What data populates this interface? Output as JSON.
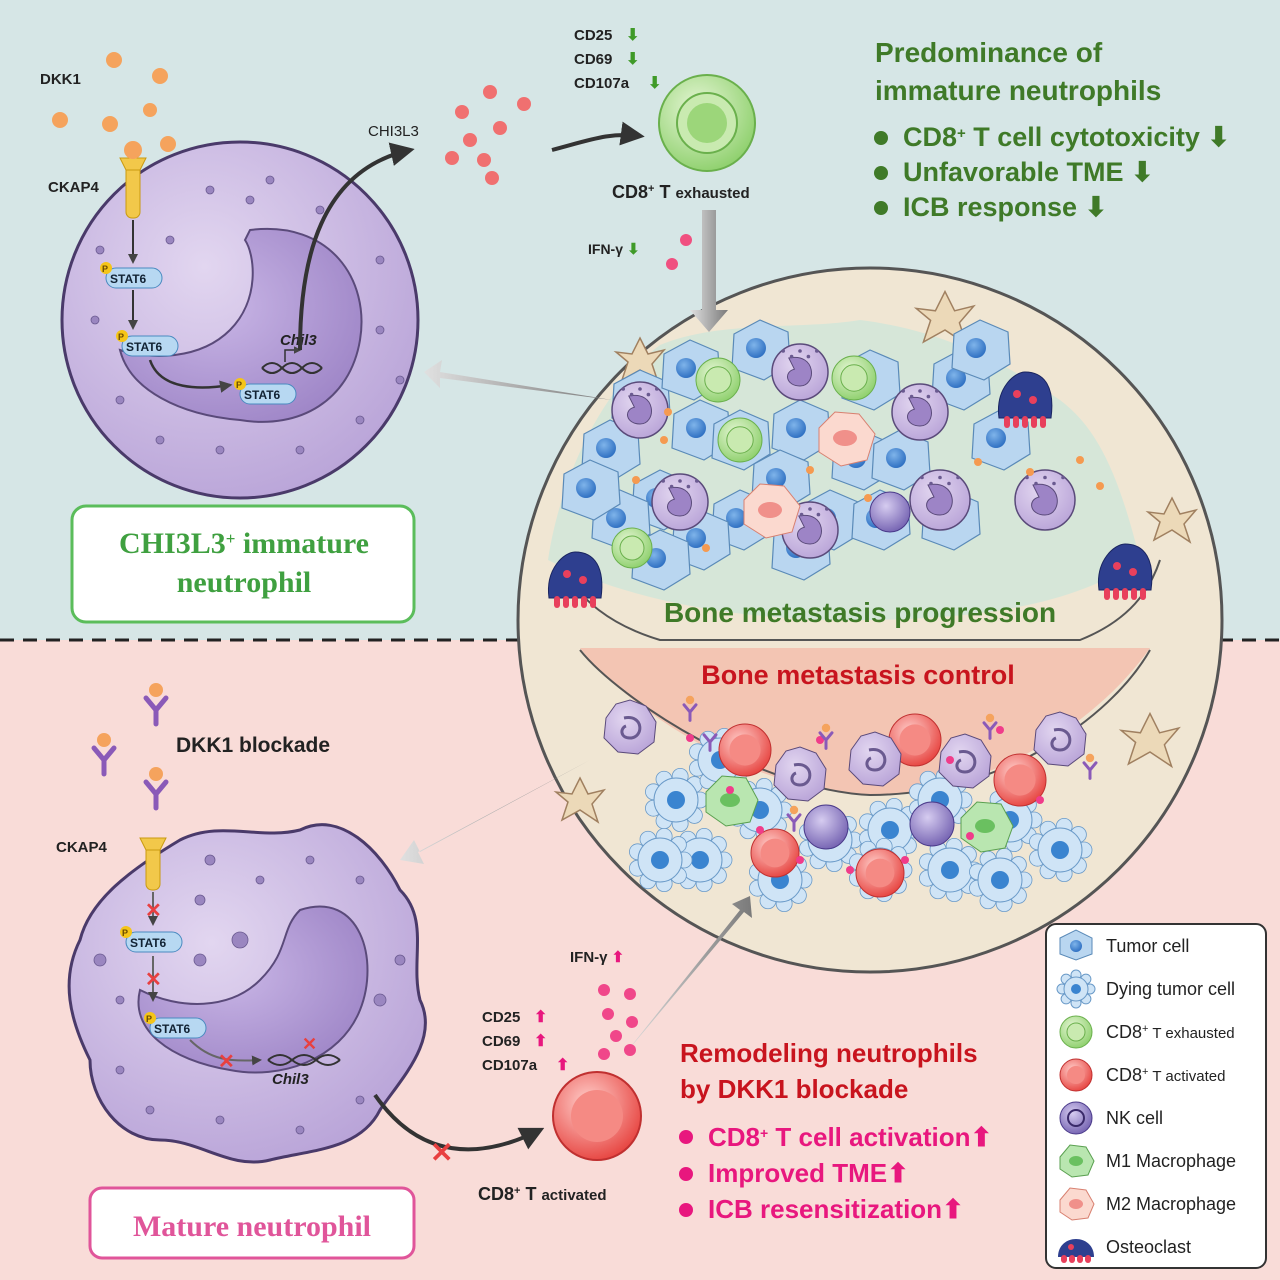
{
  "top_panel": {
    "dkk1": "DKK1",
    "ckap4": "CKAP4",
    "stat6": "STAT6",
    "p": "P",
    "chil3": "Chil3",
    "chi3l3": "CHI3L3",
    "cd25": "CD25",
    "cd69": "CD69",
    "cd107a": "CD107a",
    "cd8_main": "CD8",
    "cd8_sup": "+",
    "cd8_t": " T",
    "cd8_state": "exhausted",
    "ifn": "IFN-γ",
    "title_line1": "Predominance of",
    "title_line2": "immature neutrophils",
    "bullets": [
      {
        "pre": "CD8",
        "sup": "+",
        "post": " T cell cytotoxicity"
      },
      {
        "pre": "Unfavorable TME",
        "sup": "",
        "post": ""
      },
      {
        "pre": "ICB response",
        "sup": "",
        "post": ""
      }
    ],
    "box_line1_pre": "CHI3L3",
    "box_line1_sup": "+",
    "box_line1_post": " immature",
    "box_line2": "neutrophil",
    "progression": "Bone metastasis progression"
  },
  "bottom_panel": {
    "control": "Bone metastasis control",
    "blockade": "DKK1 blockade",
    "ckap4": "CKAP4",
    "stat6": "STAT6",
    "p": "P",
    "chil3": "Chil3",
    "ifn": "IFN-γ",
    "cd25": "CD25",
    "cd69": "CD69",
    "cd107a": "CD107a",
    "cd8_main": "CD8",
    "cd8_sup": "+",
    "cd8_t": " T",
    "cd8_state": "activated",
    "title_line1": "Remodeling neutrophils",
    "title_line2": "by DKK1 blockade",
    "bullets": [
      {
        "pre": "CD8",
        "sup": "+",
        "post": " T cell activation"
      },
      {
        "pre": "Improved TME",
        "sup": "",
        "post": ""
      },
      {
        "pre": "ICB resensitization",
        "sup": "",
        "post": ""
      }
    ],
    "box_label": "Mature neutrophil"
  },
  "legend": {
    "items": [
      {
        "label": "Tumor cell",
        "icon": "tumor-cell-icon"
      },
      {
        "label": "Dying tumor cell",
        "icon": "dying-tumor-cell-icon"
      },
      {
        "label": "CD8",
        "sup": "+",
        "small": " T exhausted",
        "icon": "cd8-exhausted-icon"
      },
      {
        "label": "CD8",
        "sup": "+",
        "small": " T activated",
        "icon": "cd8-activated-icon"
      },
      {
        "label": "NK cell",
        "icon": "nk-cell-icon"
      },
      {
        "label": "M1 Macrophage",
        "icon": "m1-macrophage-icon"
      },
      {
        "label": "M2 Macrophage",
        "icon": "m2-macrophage-icon"
      },
      {
        "label": "Osteoclast",
        "icon": "osteoclast-icon"
      }
    ]
  },
  "colors": {
    "top_bg": "#d6e6e6",
    "bottom_bg": "#f9dcd8",
    "green_text": "#3f7a28",
    "red_text": "#c8141e",
    "pink_text": "#e8177e",
    "neutrophil": "#c2b0dc",
    "bone": "#f0e6d3"
  }
}
